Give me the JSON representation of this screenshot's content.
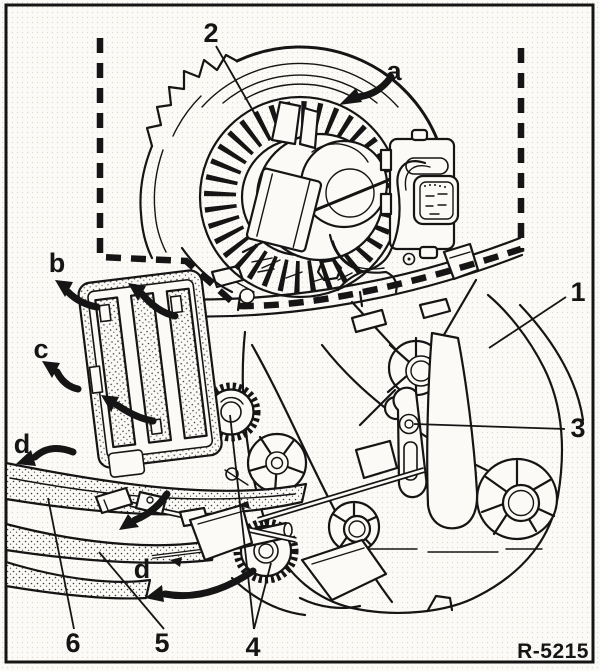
{
  "figure": {
    "type": "technical-illustration",
    "reference_code": "R-5215",
    "callouts": {
      "part1": "1",
      "part2": "2",
      "part3": "3",
      "part4": "4",
      "part5": "5",
      "part6": "6",
      "dir_a": "a",
      "dir_b": "b",
      "dir_c": "c",
      "dir_d_upper": "d",
      "dir_d_lower": "d"
    },
    "colors": {
      "ink": "#151515",
      "paper": "#fbfaf7"
    }
  }
}
